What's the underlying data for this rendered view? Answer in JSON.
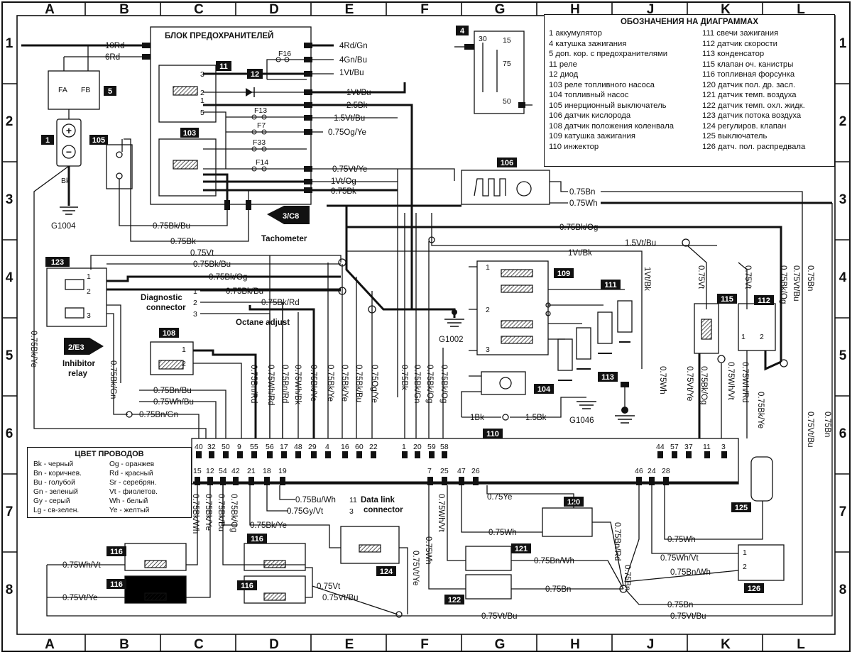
{
  "grid": {
    "columns": [
      "A",
      "B",
      "C",
      "D",
      "E",
      "F",
      "G",
      "H",
      "J",
      "K",
      "L"
    ],
    "rows": [
      "1",
      "2",
      "3",
      "4",
      "5",
      "6",
      "7",
      "8"
    ]
  },
  "fuse_block": {
    "title": "БЛОК ПРЕДОХРАНИТЕЛЕЙ",
    "fuses": [
      "F16",
      "F13",
      "F7",
      "F33",
      "F14"
    ]
  },
  "legend": {
    "title": "ОБОЗНАЧЕНИЯ НА ДИАГРАММАХ",
    "left": [
      "1  аккумулятор",
      "4  катушка зажигания",
      "5 доп. кор. с предохранителями",
      "11 реле",
      "12 диод",
      "103 реле топливного насоса",
      "104 топливный насос",
      "105 инерционный выключатель",
      "106 датчик кислорода",
      "108 датчик положения коленвала",
      "109 катушка зажигания",
      "110 инжектор"
    ],
    "right": [
      "111 свечи зажигания",
      "112 датчик скорости",
      "113 конденсатор",
      "115 клапан оч. канистры",
      "116 топливная форсунка",
      "120 датчик пол. др. засл.",
      "121 датчик темп. воздуха",
      "122 датчик темп. охл. жидк.",
      "123 датчик потока воздуха",
      "124 регулиров. клапан",
      "125 выключатель",
      "126 датч. пол. распредвала"
    ]
  },
  "wire_colors": {
    "title": "ЦВЕТ ПРОВОДОВ",
    "left": [
      "Bk - черный",
      "Bn - коричнев.",
      "Bu - голубой",
      "Gn - зеленый",
      "Gy - серый",
      "Lg - св-зелен."
    ],
    "right": [
      "Og - оранжев",
      "Rd - красный",
      "Sr - серебрян.",
      "Vt - фиолетов.",
      "Wh - белый",
      "Ye - желтый"
    ]
  },
  "components": {
    "c1": "1",
    "c4": "4",
    "c5": "5",
    "c11": "11",
    "c12": "12",
    "c103": "103",
    "c104": "104",
    "c105": "105",
    "c106": "106",
    "c108": "108",
    "c109": "109",
    "c110": "110",
    "c111": "111",
    "c112": "112",
    "c113": "113",
    "c115": "115",
    "c116": "116",
    "c120": "120",
    "c121": "121",
    "c122": "122",
    "c123": "123",
    "c124": "124",
    "c125": "125",
    "c126": "126"
  },
  "refs": {
    "tachometer_ref": "3/C8",
    "tachometer": "Tachometer",
    "inhibitor_ref": "2/E3",
    "inhibitor": "Inhibitor",
    "relay": "relay",
    "diagnostic": "Diagnostic",
    "connector": "connector",
    "octane": "Octane adjust",
    "data_link": "Data link",
    "data_link2": "connector"
  },
  "grounds": [
    "G1004",
    "G1002",
    "G1046"
  ],
  "fuse_box_labels": [
    "FA",
    "FB"
  ],
  "wires_top": [
    "10Rd",
    "6Rd",
    "4Rd/Gn",
    "4Gn/Bu",
    "1Vt/Bu",
    "1Vt/Bu",
    "2.5Bk",
    "1.5Vt/Bu",
    "0.75Og/Ye",
    "0.75Vt/Ye",
    "1Vt/Og",
    "0.75Bk",
    "0.75Bn",
    "0.75Wh",
    "0.75Bk/Bu",
    "0.75Bk",
    "0.75Bk/Og",
    "1.5Vt/Bu",
    "0.75Vt",
    "0.75Bk/Bu",
    "1Vt/Bk",
    "0.75Bk/Og",
    "0.75Bk/Bu",
    "0.75Bk/Rd",
    "Bk",
    "1Bk",
    "1.5Bk",
    "1Vt/Bk"
  ],
  "wires_vertical": [
    "0.75Bk/Ye",
    "0.75Bk/Gn",
    "0.75Bn/Rd",
    "0.75Wh/Rd",
    "0.75Bn/Rd",
    "0.75Wh/Bk",
    "0.75Bk/Ye",
    "0.75Bk/Ye",
    "0.75Bk/Bu",
    "0.75Og/Ye",
    "0.75Bk",
    "0.75Bk/Gn",
    "0.75Bk/Og",
    "0.75Wh",
    "0.75Vt/Ye",
    "0.75Bk/Og",
    "0.75Wh/Vt",
    "0.75Wh/Rd",
    "0.75Bk/Ye",
    "0.75Vt",
    "0.75Vt",
    "0.75Bn",
    "0.75Vt/Bu",
    "0.75Bk/Og",
    "0.75Bn",
    "0.75Vt/Bu",
    "0.75Bk/Wh",
    "0.75Bk/Ye",
    "0.75Bk/Bu",
    "0.75Bk/Og",
    "0.75Wh/Vt",
    "0.75Wh",
    "0.75Vt/Ye",
    "0.75Bn/Rd",
    "0.75Bn"
  ],
  "wires_mid": [
    "0.75Bn/Bu",
    "0.75Wh/Bu",
    "0.75Bn/Gn",
    "0.75Bu/Wh",
    "0.75Gy/Vt",
    "0.75Bk/Ye",
    "0.75Ye",
    "0.75Wh",
    "0.75Bn/Wh",
    "0.75Bn",
    "0.75Wh",
    "0.75Wh/Vt",
    "0.75Bn/Wh",
    "0.75Wh/Vt",
    "0.75Vt/Ye",
    "0.75Vt",
    "0.75Vt/Bu",
    "0.75Bn",
    "0.75Vt/Bu"
  ],
  "ecu_top_pins": [
    "40",
    "32",
    "50",
    "9",
    "55",
    "56",
    "17",
    "48",
    "29",
    "4",
    "16",
    "60",
    "22",
    "1",
    "20",
    "59",
    "58",
    "44",
    "57",
    "37",
    "11",
    "3"
  ],
  "ecu_bottom_pins": [
    "15",
    "12",
    "54",
    "42",
    "21",
    "18",
    "19",
    "7",
    "25",
    "47",
    "26",
    "46",
    "24",
    "28"
  ],
  "connector_pins": [
    "11",
    "3",
    "1",
    "2",
    "3"
  ],
  "part_pins": [
    "3",
    "2",
    "1",
    "5",
    "1",
    "2",
    "3",
    "1",
    "2",
    "1",
    "2",
    "3",
    "1",
    "2",
    "30",
    "15",
    "75",
    "50",
    "1",
    "2",
    "3",
    "1",
    "2"
  ]
}
